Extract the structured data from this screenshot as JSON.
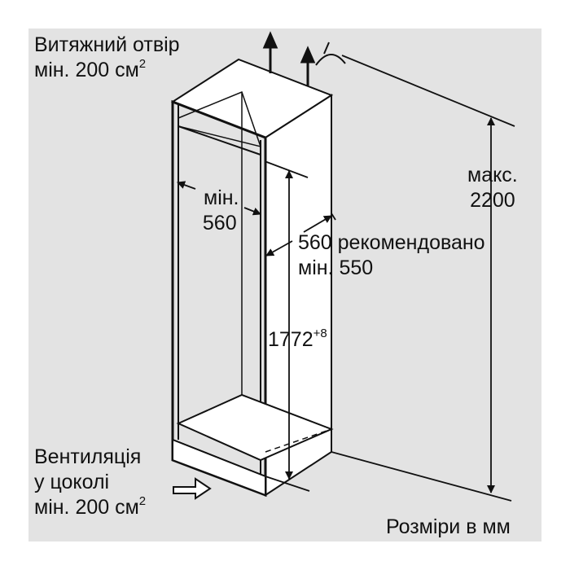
{
  "labels": {
    "exhaust_line1": "Витяжний отвір",
    "exhaust_line2": "мін. 200 см",
    "exhaust_sup": "2",
    "vent_line1": "Вентиляція",
    "vent_line2": "у цоколі",
    "vent_line3": "мін. 200 см",
    "vent_sup": "2",
    "width_line1": "мін.",
    "width_line2": "560",
    "depth_line1": "560 рекомендовано",
    "depth_line2": "мін. 550",
    "height_value": "1772",
    "height_sup": "+8",
    "max_line1": "макс.",
    "max_line2": "2200",
    "units": "Розміри в мм"
  },
  "colors": {
    "panel": "#e3e3e3",
    "cabinet_inner": "#ffffff",
    "line": "#111111"
  }
}
